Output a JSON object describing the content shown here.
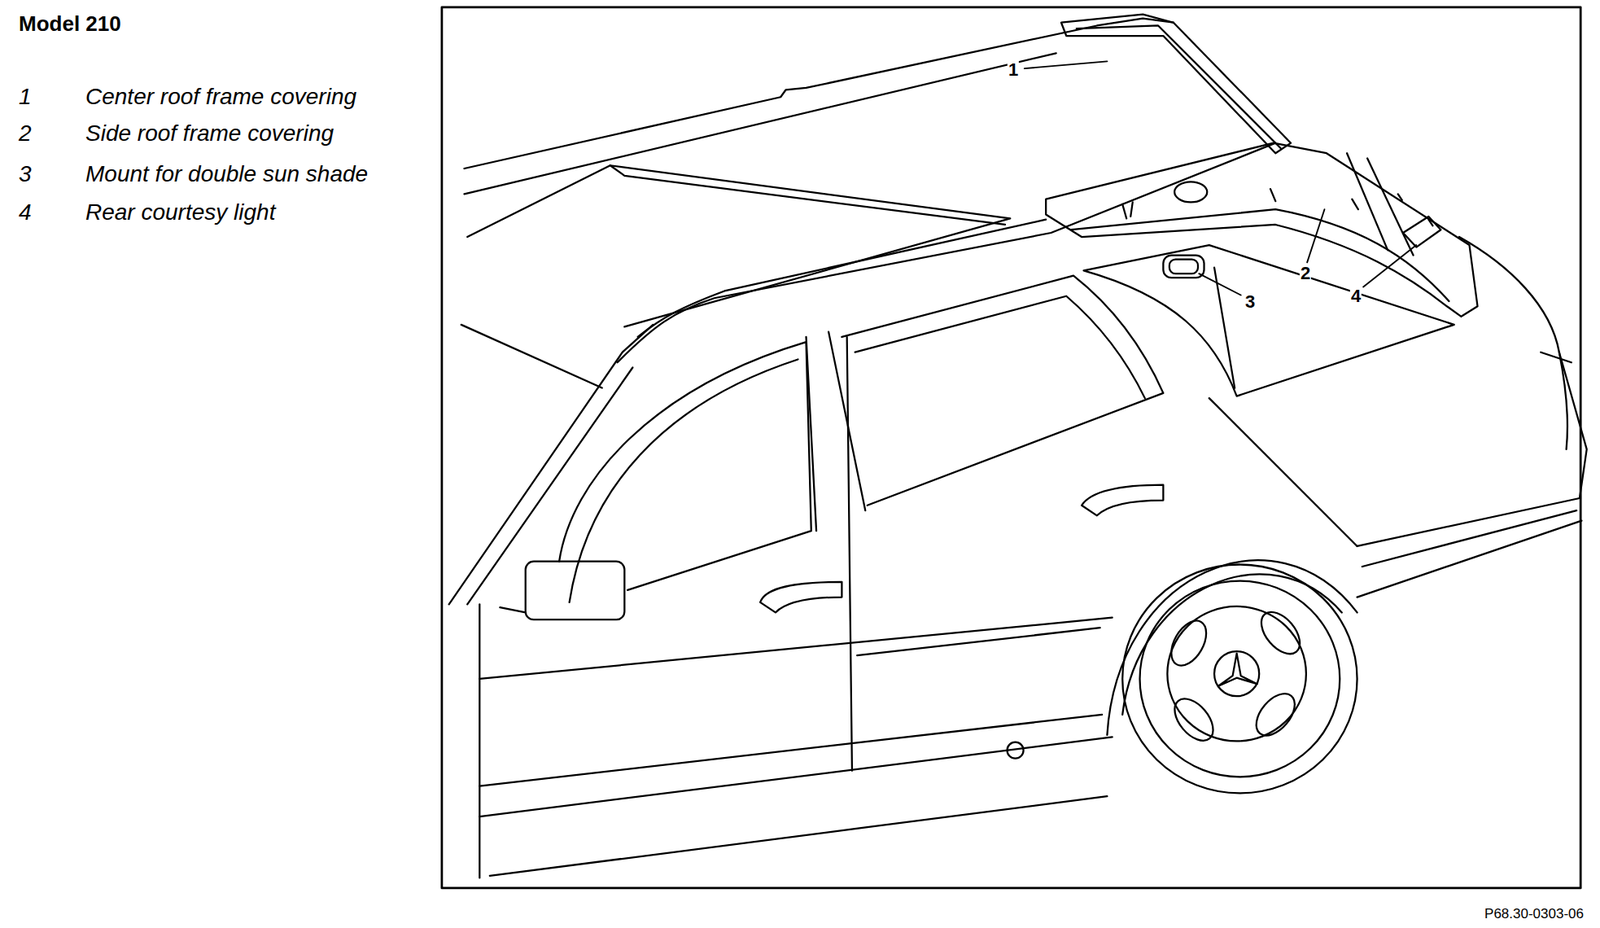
{
  "diagram": {
    "title": "Model 210",
    "labels": [
      "1",
      "Center roof frame covering",
      "2",
      "Side roof frame covering",
      "3",
      "Mount for double sun shade",
      "4",
      "Rear courtesy light",
      "1",
      "2",
      "3",
      "4",
      "P68.30-0303-06"
    ]
  }
}
